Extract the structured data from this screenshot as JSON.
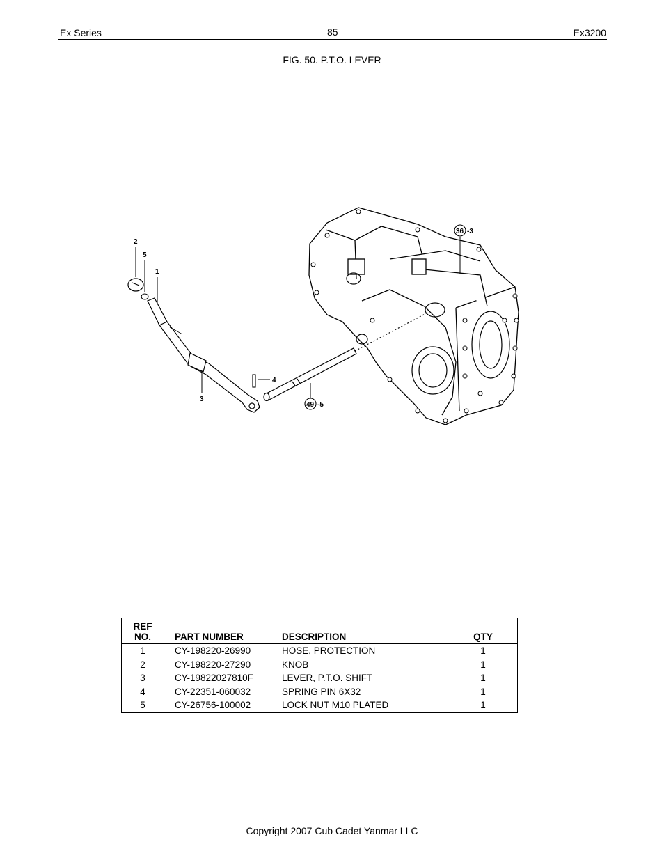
{
  "header": {
    "series": "Ex Series",
    "page": "85",
    "model": "Ex3200"
  },
  "figure": {
    "title": "FIG. 50. P.T.O. LEVER",
    "callouts": [
      "1",
      "2",
      "3",
      "4",
      "5"
    ],
    "refs": [
      {
        "circle": "36",
        "suffix": "-3"
      },
      {
        "circle": "49",
        "suffix": "-5"
      }
    ]
  },
  "table": {
    "headers": {
      "ref_line1": "REF",
      "ref_line2": "NO.",
      "part": "PART NUMBER",
      "desc": "DESCRIPTION",
      "qty": "QTY"
    },
    "rows": [
      {
        "ref": "1",
        "part": "CY-198220-26990",
        "desc": "HOSE, PROTECTION",
        "qty": "1"
      },
      {
        "ref": "2",
        "part": "CY-198220-27290",
        "desc": "KNOB",
        "qty": "1"
      },
      {
        "ref": "3",
        "part": "CY-19822027810F",
        "desc": "LEVER, P.T.O. SHIFT",
        "qty": "1"
      },
      {
        "ref": "4",
        "part": "CY-22351-060032",
        "desc": "SPRING PIN 6X32",
        "qty": "1"
      },
      {
        "ref": "5",
        "part": "CY-26756-100002",
        "desc": "LOCK NUT M10 PLATED",
        "qty": "1"
      }
    ]
  },
  "footer": {
    "copyright": "Copyright 2007 Cub Cadet Yanmar LLC"
  }
}
